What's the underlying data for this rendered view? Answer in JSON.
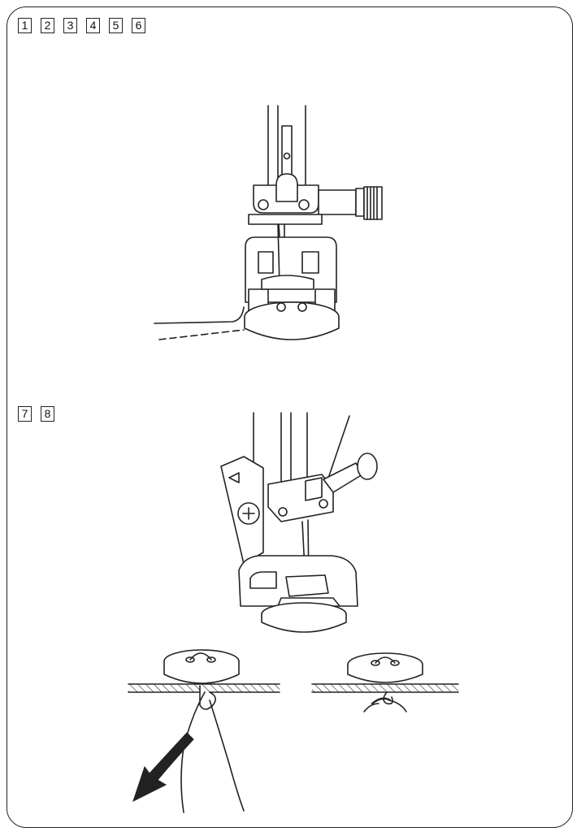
{
  "steps_top": [
    "1",
    "2",
    "3",
    "4",
    "5",
    "6"
  ],
  "steps_bottom": [
    "7",
    "8"
  ],
  "colors": {
    "line": "#222222",
    "frame": "#222222",
    "background": "#ffffff"
  }
}
